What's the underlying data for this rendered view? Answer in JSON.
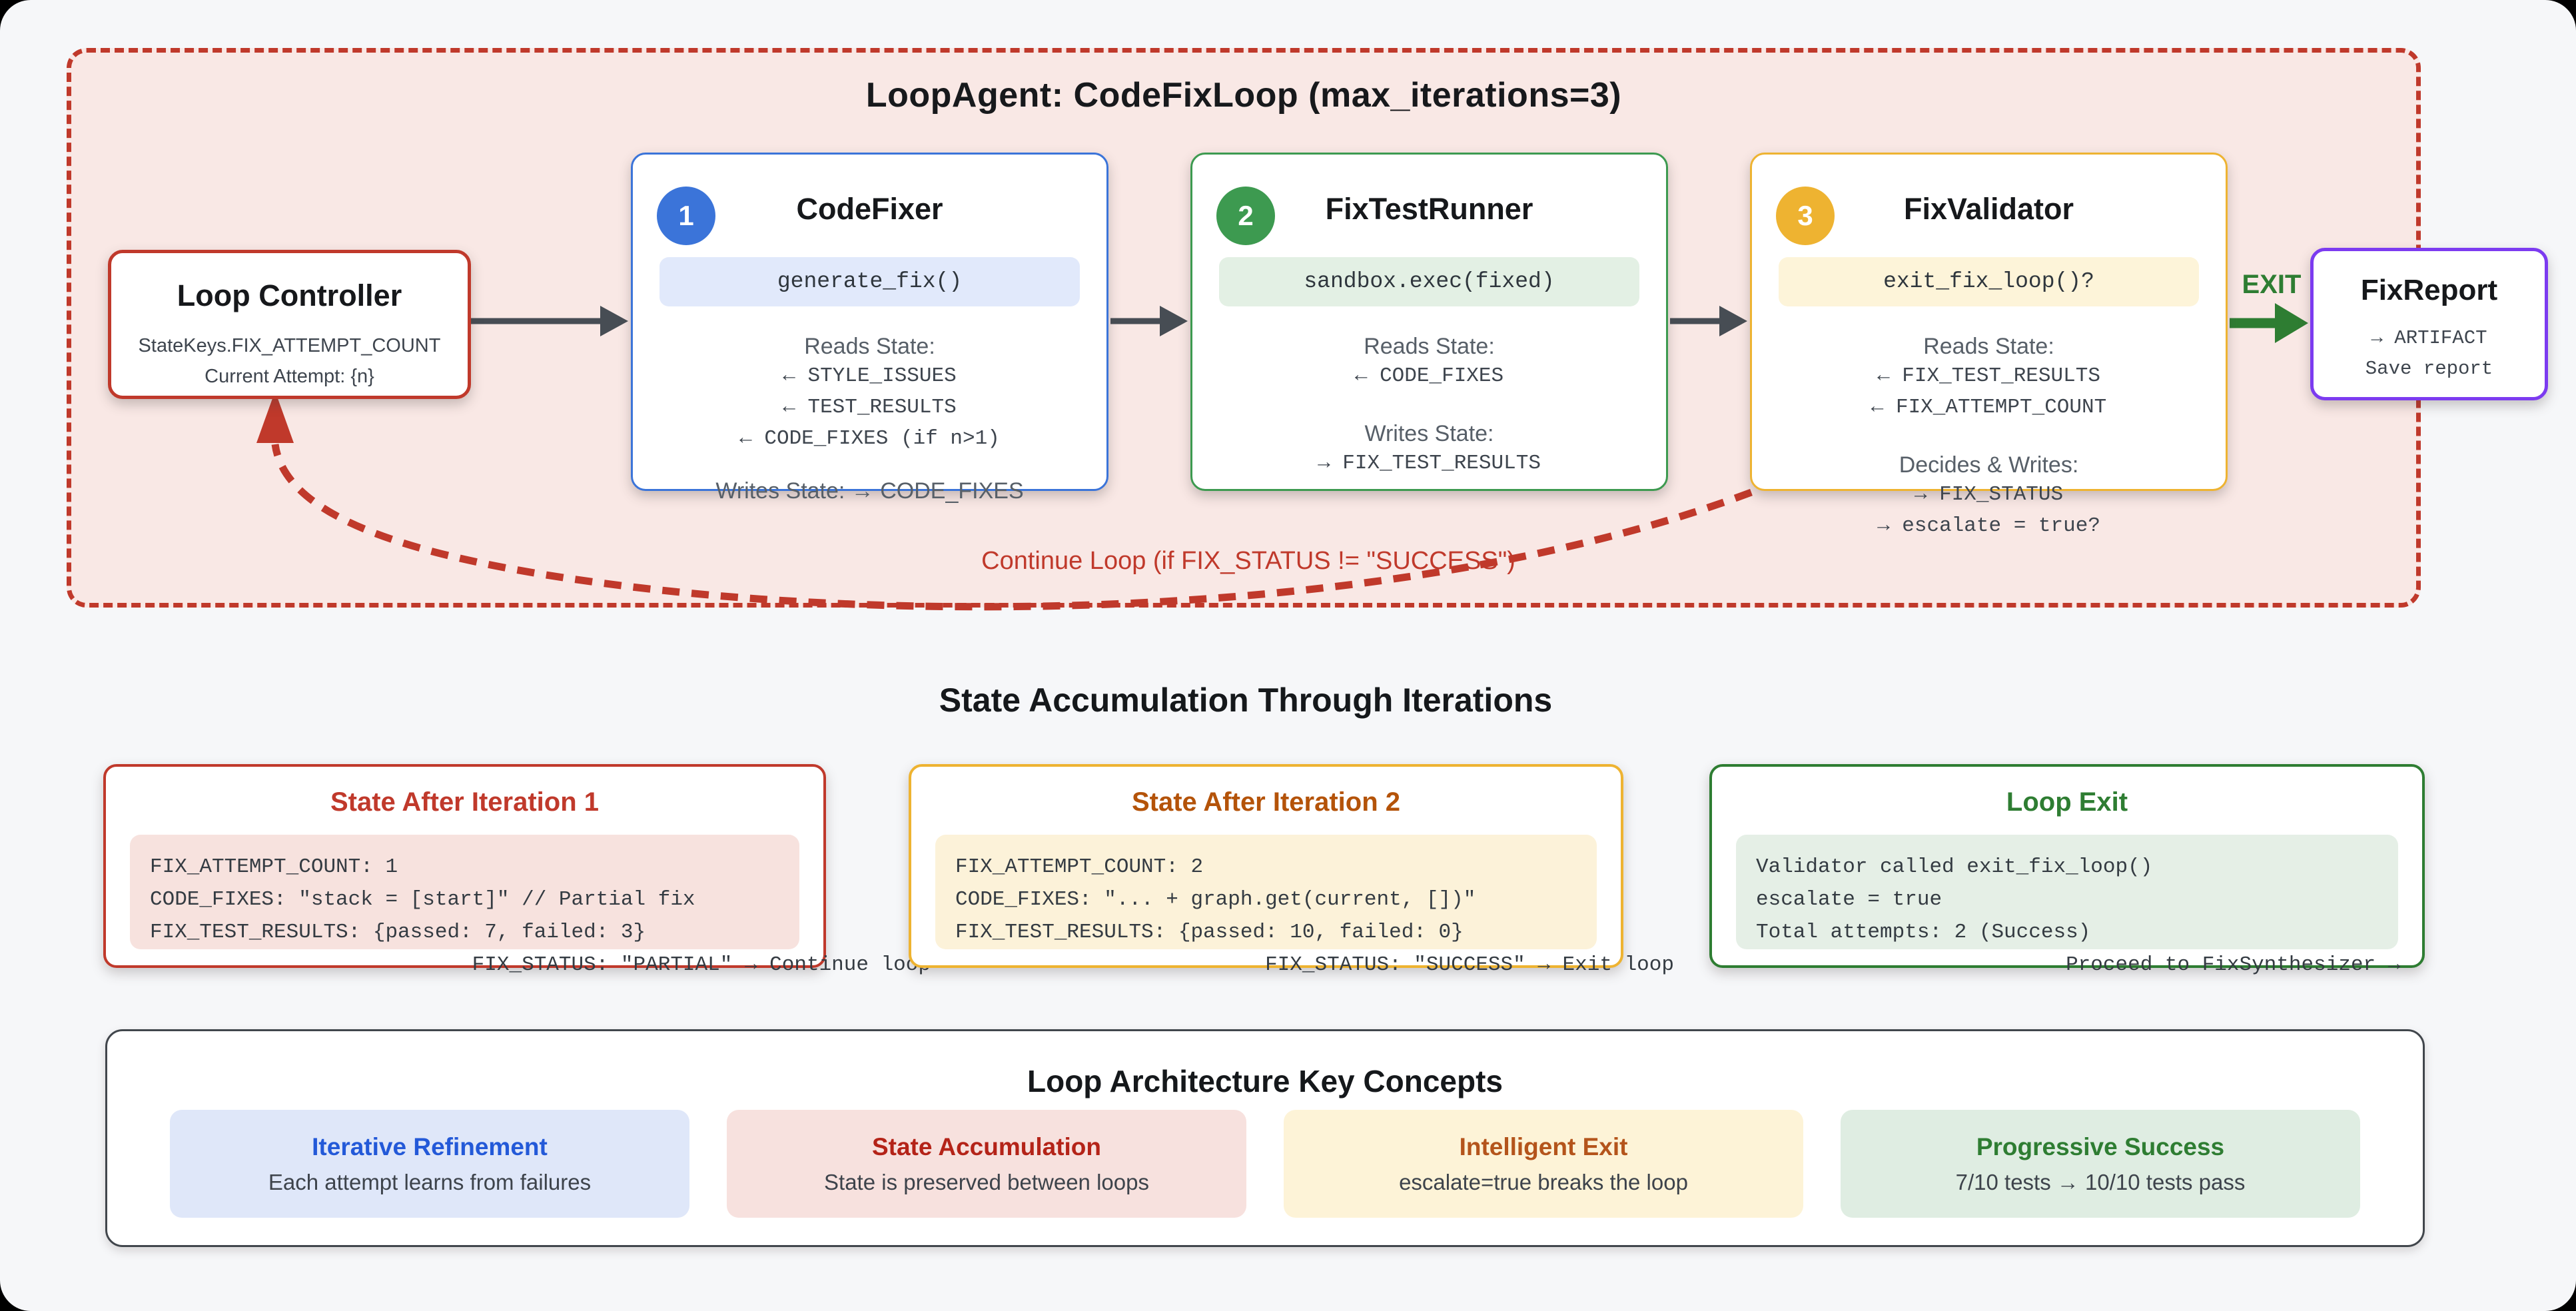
{
  "loop": {
    "title": "LoopAgent: CodeFixLoop (max_iterations=3)",
    "controller": {
      "title": "Loop Controller",
      "line1": "StateKeys.FIX_ATTEMPT_COUNT",
      "line2": "Current Attempt: {n}"
    },
    "agents": [
      {
        "badge": "1",
        "title": "CodeFixer",
        "code": "generate_fix()",
        "reads_label": "Reads State:",
        "reads": [
          "← STYLE_ISSUES",
          "← TEST_RESULTS",
          "← CODE_FIXES (if n>1)"
        ],
        "writes_line": "Writes State: → CODE_FIXES"
      },
      {
        "badge": "2",
        "title": "FixTestRunner",
        "code": "sandbox.exec(fixed)",
        "reads_label": "Reads State:",
        "reads": [
          "← CODE_FIXES"
        ],
        "writes_label": "Writes State:",
        "writes": [
          "→ FIX_TEST_RESULTS"
        ]
      },
      {
        "badge": "3",
        "title": "FixValidator",
        "code": "exit_fix_loop()?",
        "reads_label": "Reads State:",
        "reads": [
          "← FIX_TEST_RESULTS",
          "← FIX_ATTEMPT_COUNT"
        ],
        "writes_label": "Decides & Writes:",
        "writes": [
          "→ FIX_STATUS",
          "→ escalate = true?"
        ]
      }
    ],
    "exit_label": "EXIT",
    "report": {
      "title": "FixReport",
      "lines": "→ ARTIFACT\nSave report"
    },
    "continue_label": "Continue Loop (if FIX_STATUS != \"SUCCESS\")"
  },
  "iterations": {
    "heading": "State Accumulation Through Iterations",
    "cards": [
      {
        "title": "State After Iteration 1",
        "code": "FIX_ATTEMPT_COUNT: 1\nCODE_FIXES: \"stack = [start]\" // Partial fix\nFIX_TEST_RESULTS: {passed: 7, failed: 3}\n                          FIX_STATUS: \"PARTIAL\" → Continue loop"
      },
      {
        "title": "State After Iteration 2",
        "code": "FIX_ATTEMPT_COUNT: 2\nCODE_FIXES: \"... + graph.get(current, [])\"\nFIX_TEST_RESULTS: {passed: 10, failed: 0}\n                         FIX_STATUS: \"SUCCESS\" → Exit loop"
      },
      {
        "title": "Loop Exit",
        "code": "Validator called exit_fix_loop()\nescalate = true\nTotal attempts: 2 (Success)\n                         Proceed to FixSynthesizer →"
      }
    ]
  },
  "concepts": {
    "title": "Loop Architecture Key Concepts",
    "pills": [
      {
        "title": "Iterative Refinement",
        "subtitle": "Each attempt learns from failures"
      },
      {
        "title": "State Accumulation",
        "subtitle": "State is preserved between loops"
      },
      {
        "title": "Intelligent Exit",
        "subtitle": "escalate=true breaks the loop"
      },
      {
        "title": "Progressive Success",
        "subtitle": "7/10 tests → 10/10 tests pass"
      }
    ]
  },
  "colors": {
    "loop_border": "#c0392b",
    "loop_bg": "#f9e8e5",
    "blue": "#3b74d9",
    "green": "#3d9a50",
    "amber": "#eeb331",
    "purple": "#7c3bf0",
    "exit_green": "#2e7d32",
    "arrow_gray": "#474d54"
  }
}
